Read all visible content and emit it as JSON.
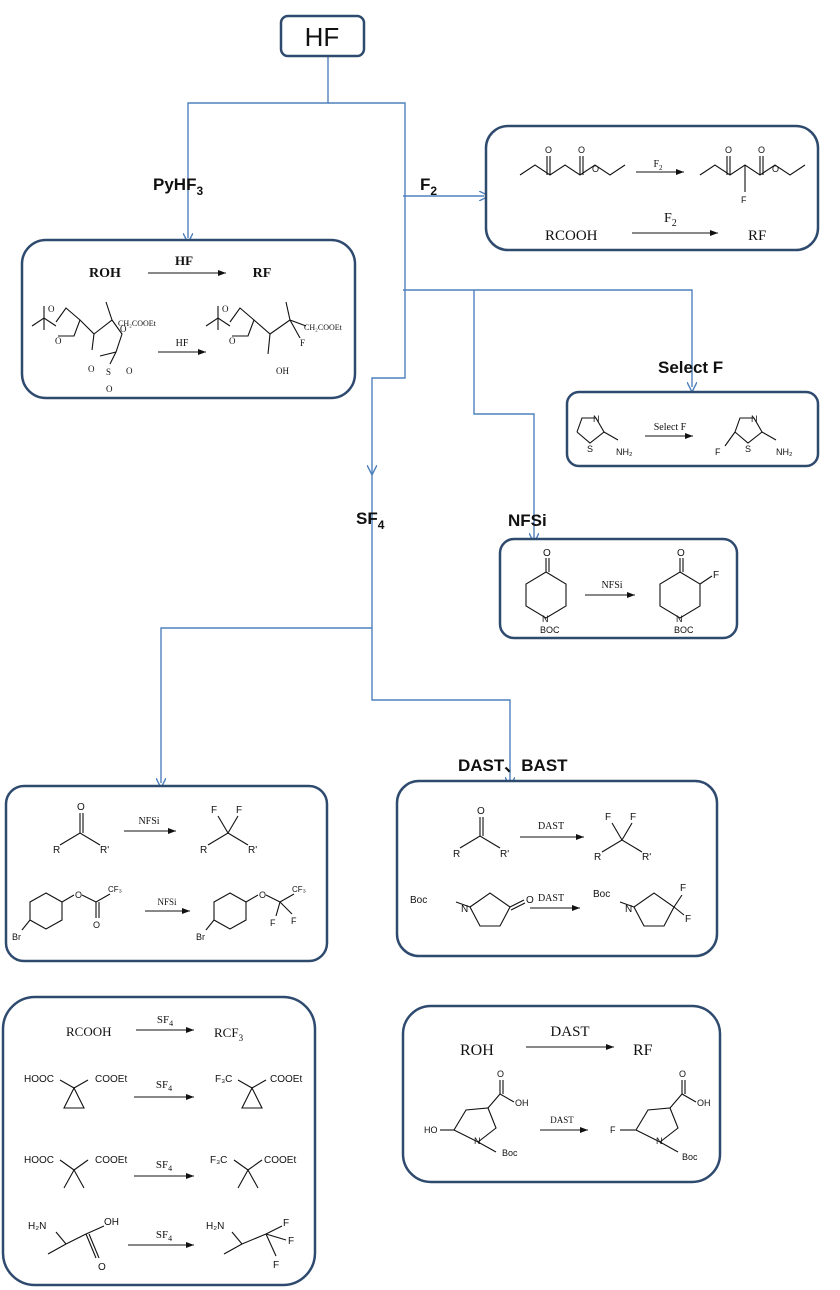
{
  "colors": {
    "connector": "#4f81bd",
    "box_border": "#2e4a6e",
    "text": "#111111"
  },
  "root": {
    "label": "HF"
  },
  "branches": {
    "pyhf3": {
      "label_main": "PyHF",
      "label_sub": "3"
    },
    "f2": {
      "label_main": "F",
      "label_sub": "2"
    },
    "selectf": {
      "label": "Select F"
    },
    "nfsi": {
      "label": "NFSi"
    },
    "sf4": {
      "label_main": "SF",
      "label_sub": "4"
    },
    "dast_bast": {
      "label": "DAST、BAST"
    }
  },
  "boxes": {
    "hf_box": {
      "generic": {
        "reactant": "ROH",
        "reagent": "HF",
        "product": "RF"
      },
      "example": {
        "reagent": "HF",
        "reactant_sub": "CH₂COOEt",
        "product_sub": "CH₂COOEt",
        "reactant_atoms": [
          "O",
          "O",
          "O",
          "O",
          "S",
          "O",
          "O"
        ],
        "product_atoms": [
          "O",
          "O",
          "F",
          "OH"
        ]
      }
    },
    "f2_box": {
      "example": {
        "reagent_main": "F",
        "reagent_sub": "2",
        "atoms_reactant": [
          "O",
          "O",
          "O"
        ],
        "atoms_product": [
          "O",
          "O",
          "O",
          "F"
        ]
      },
      "generic": {
        "reactant": "RCOOH",
        "reagent_main": "F",
        "reagent_sub": "2",
        "product": "RF"
      }
    },
    "selectf_box": {
      "reagent": "Select F",
      "reactant_atoms": [
        "N",
        "S",
        "NH₂"
      ],
      "product_atoms": [
        "N",
        "F",
        "S",
        "NH₂"
      ]
    },
    "nfsi_box": {
      "reagent": "NFSi",
      "reactant_atoms": [
        "O",
        "N",
        "BOC"
      ],
      "product_atoms": [
        "O",
        "F",
        "N",
        "BOC"
      ]
    },
    "nfsi_left_box": {
      "row1": {
        "reagent": "NFSi",
        "reactant_atoms": [
          "O",
          "R",
          "R'"
        ],
        "product_atoms": [
          "F",
          "F",
          "R",
          "R'"
        ]
      },
      "row2": {
        "reagent": "NFSi",
        "reactant_atoms": [
          "O",
          "CF₃",
          "O",
          "Br"
        ],
        "product_atoms": [
          "O",
          "CF₃",
          "F",
          "F",
          "Br"
        ]
      }
    },
    "dast_box": {
      "row1": {
        "reagent": "DAST",
        "reactant_atoms": [
          "O",
          "R",
          "R'"
        ],
        "product_atoms": [
          "F",
          "F",
          "R",
          "R'"
        ]
      },
      "row2": {
        "reagent": "DAST",
        "reactant_atoms": [
          "Boc",
          "N",
          "O"
        ],
        "product_atoms": [
          "Boc",
          "N",
          "F",
          "F"
        ]
      }
    },
    "sf4_box": {
      "row1": {
        "reactant": "RCOOH",
        "reagent_main": "SF",
        "reagent_sub": "4",
        "product_main": "RCF",
        "product_sub": "3"
      },
      "row2": {
        "reagent_main": "SF",
        "reagent_sub": "4",
        "reactant_left": "HOOC",
        "reactant_right": "COOEt",
        "product_left": "F₃C",
        "product_right": "COOEt"
      },
      "row3": {
        "reagent_main": "SF",
        "reagent_sub": "4",
        "reactant_left": "HOOC",
        "reactant_right": "COOEt",
        "product_left": "F₃C",
        "product_right": "COOEt"
      },
      "row4": {
        "reagent_main": "SF",
        "reagent_sub": "4",
        "reactant_nh2": "H₂N",
        "reactant_oh": "OH",
        "reactant_o": "O",
        "product_nh2": "H₂N",
        "product_f": [
          "F",
          "F",
          "F"
        ]
      }
    },
    "dast_roh_box": {
      "generic": {
        "reactant": "ROH",
        "reagent": "DAST",
        "product": "RF"
      },
      "example": {
        "reagent": "DAST",
        "reactant_atoms": [
          "HO",
          "O",
          "OH",
          "N",
          "Boc"
        ],
        "product_atoms": [
          "F",
          "O",
          "OH",
          "N",
          "Boc"
        ]
      }
    }
  }
}
